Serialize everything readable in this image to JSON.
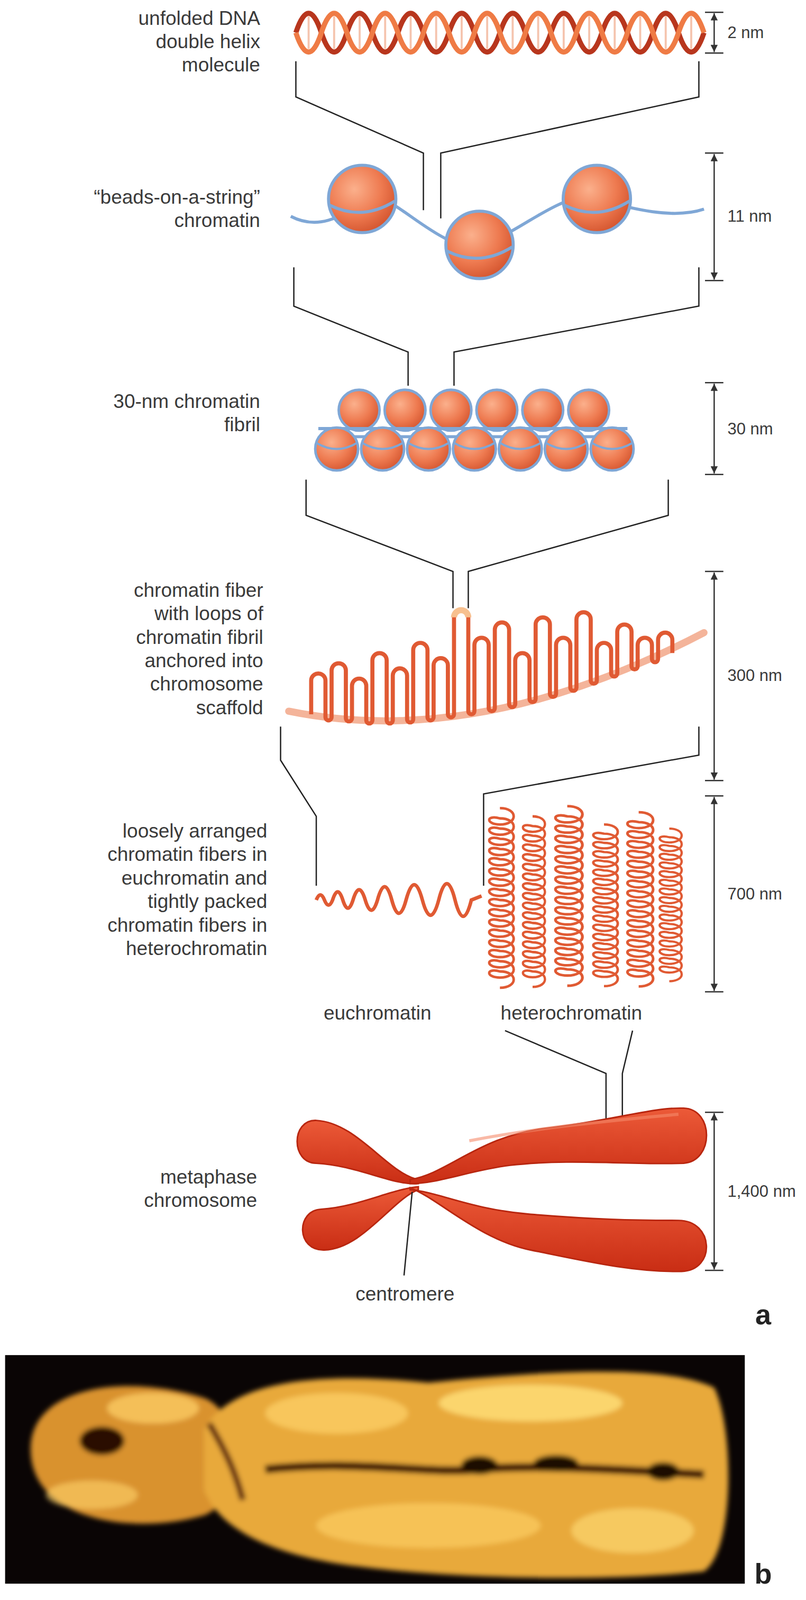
{
  "diagram": {
    "labels": [
      "unfolded DNA double helix molecule",
      "2 nm",
      "“beads-on-a-string” chromatin",
      "11 nm",
      "30-nm chromatin fibril",
      "30 nm",
      "chromatin fiber with loops of chromatin fibril anchored into chromosome scaffold",
      "300 nm",
      "loosely arranged chromatin fibers in euchromatin and tightly packed chromatin fibers in heterochromatin",
      "700 nm",
      "euchromatin",
      "heterochromatin",
      "metaphase chromosome",
      "1,400 nm",
      "centromere",
      "a",
      "b"
    ]
  }
}
